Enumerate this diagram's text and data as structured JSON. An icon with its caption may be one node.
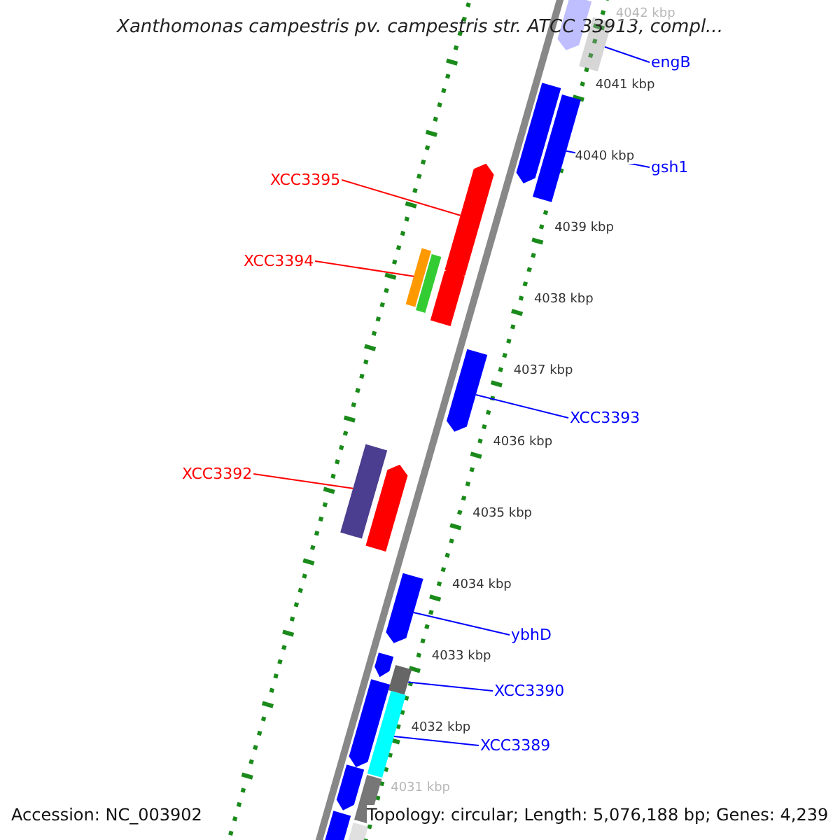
{
  "diagram": {
    "title": "Xanthomonas campestris pv. campestris str. ATCC 33913, compl...",
    "nodes": [
      {
        "text": [
          "engB"
        ]
      },
      {
        "text": [],
        "shape": "bar"
      },
      {
        "text": [
          "gsh1"
        ]
      },
      {
        "text": [],
        "shape": "bar"
      },
      {
        "text": [
          "XCC3395"
        ]
      },
      {
        "text": [],
        "shape": "bar"
      },
      {
        "text": [
          "XCC3394"
        ]
      },
      {
        "text": [],
        "shape": "bar"
      },
      {
        "text": [
          "XCC3393"
        ]
      },
      {
        "text": [],
        "shape": "bar"
      },
      {
        "text": [
          "XCC3392"
        ]
      },
      {
        "text": [],
        "shape": "bar"
      },
      {
        "text": [
          "ybhD"
        ]
      },
      {
        "text": [],
        "shape": "bar"
      },
      {
        "text": [
          "XCC3390"
        ]
      },
      {
        "text": [],
        "shape": "bar"
      },
      {
        "text": [
          "XCC3389"
        ]
      },
      {
        "text": [],
        "shape": "bar"
      }
    ],
    "edges": [
      {
        "from": 0,
        "to": 1,
        "arrow": "none"
      },
      {
        "from": 2,
        "to": 3,
        "arrow": "none"
      },
      {
        "from": 4,
        "to": 5,
        "arrow": "none",
        "color": "#ff0000"
      },
      {
        "from": 6,
        "to": 7,
        "arrow": "none",
        "color": "#ff0000"
      },
      {
        "from": 8,
        "to": 9,
        "arrow": "none"
      },
      {
        "from": 10,
        "to": 11,
        "arrow": "none",
        "color": "#ff0000"
      },
      {
        "from": 12,
        "to": 13,
        "arrow": "none"
      },
      {
        "from": 14,
        "to": 15,
        "arrow": "none"
      },
      {
        "from": 16,
        "to": 17,
        "arrow": "none"
      }
    ],
    "labels": [
      "4042 kbp",
      "4041 kbp",
      "4040 kbp",
      "4039 kbp",
      "4038 kbp",
      "4037 kbp",
      "4036 kbp",
      "4035 kbp",
      "4034 kbp",
      "4033 kbp",
      "4032 kbp",
      "4031 kbp",
      "Accession: NC_003902",
      "Topology: circular; Length: 5,076,188 bp; Genes: 4,239"
    ]
  }
}
